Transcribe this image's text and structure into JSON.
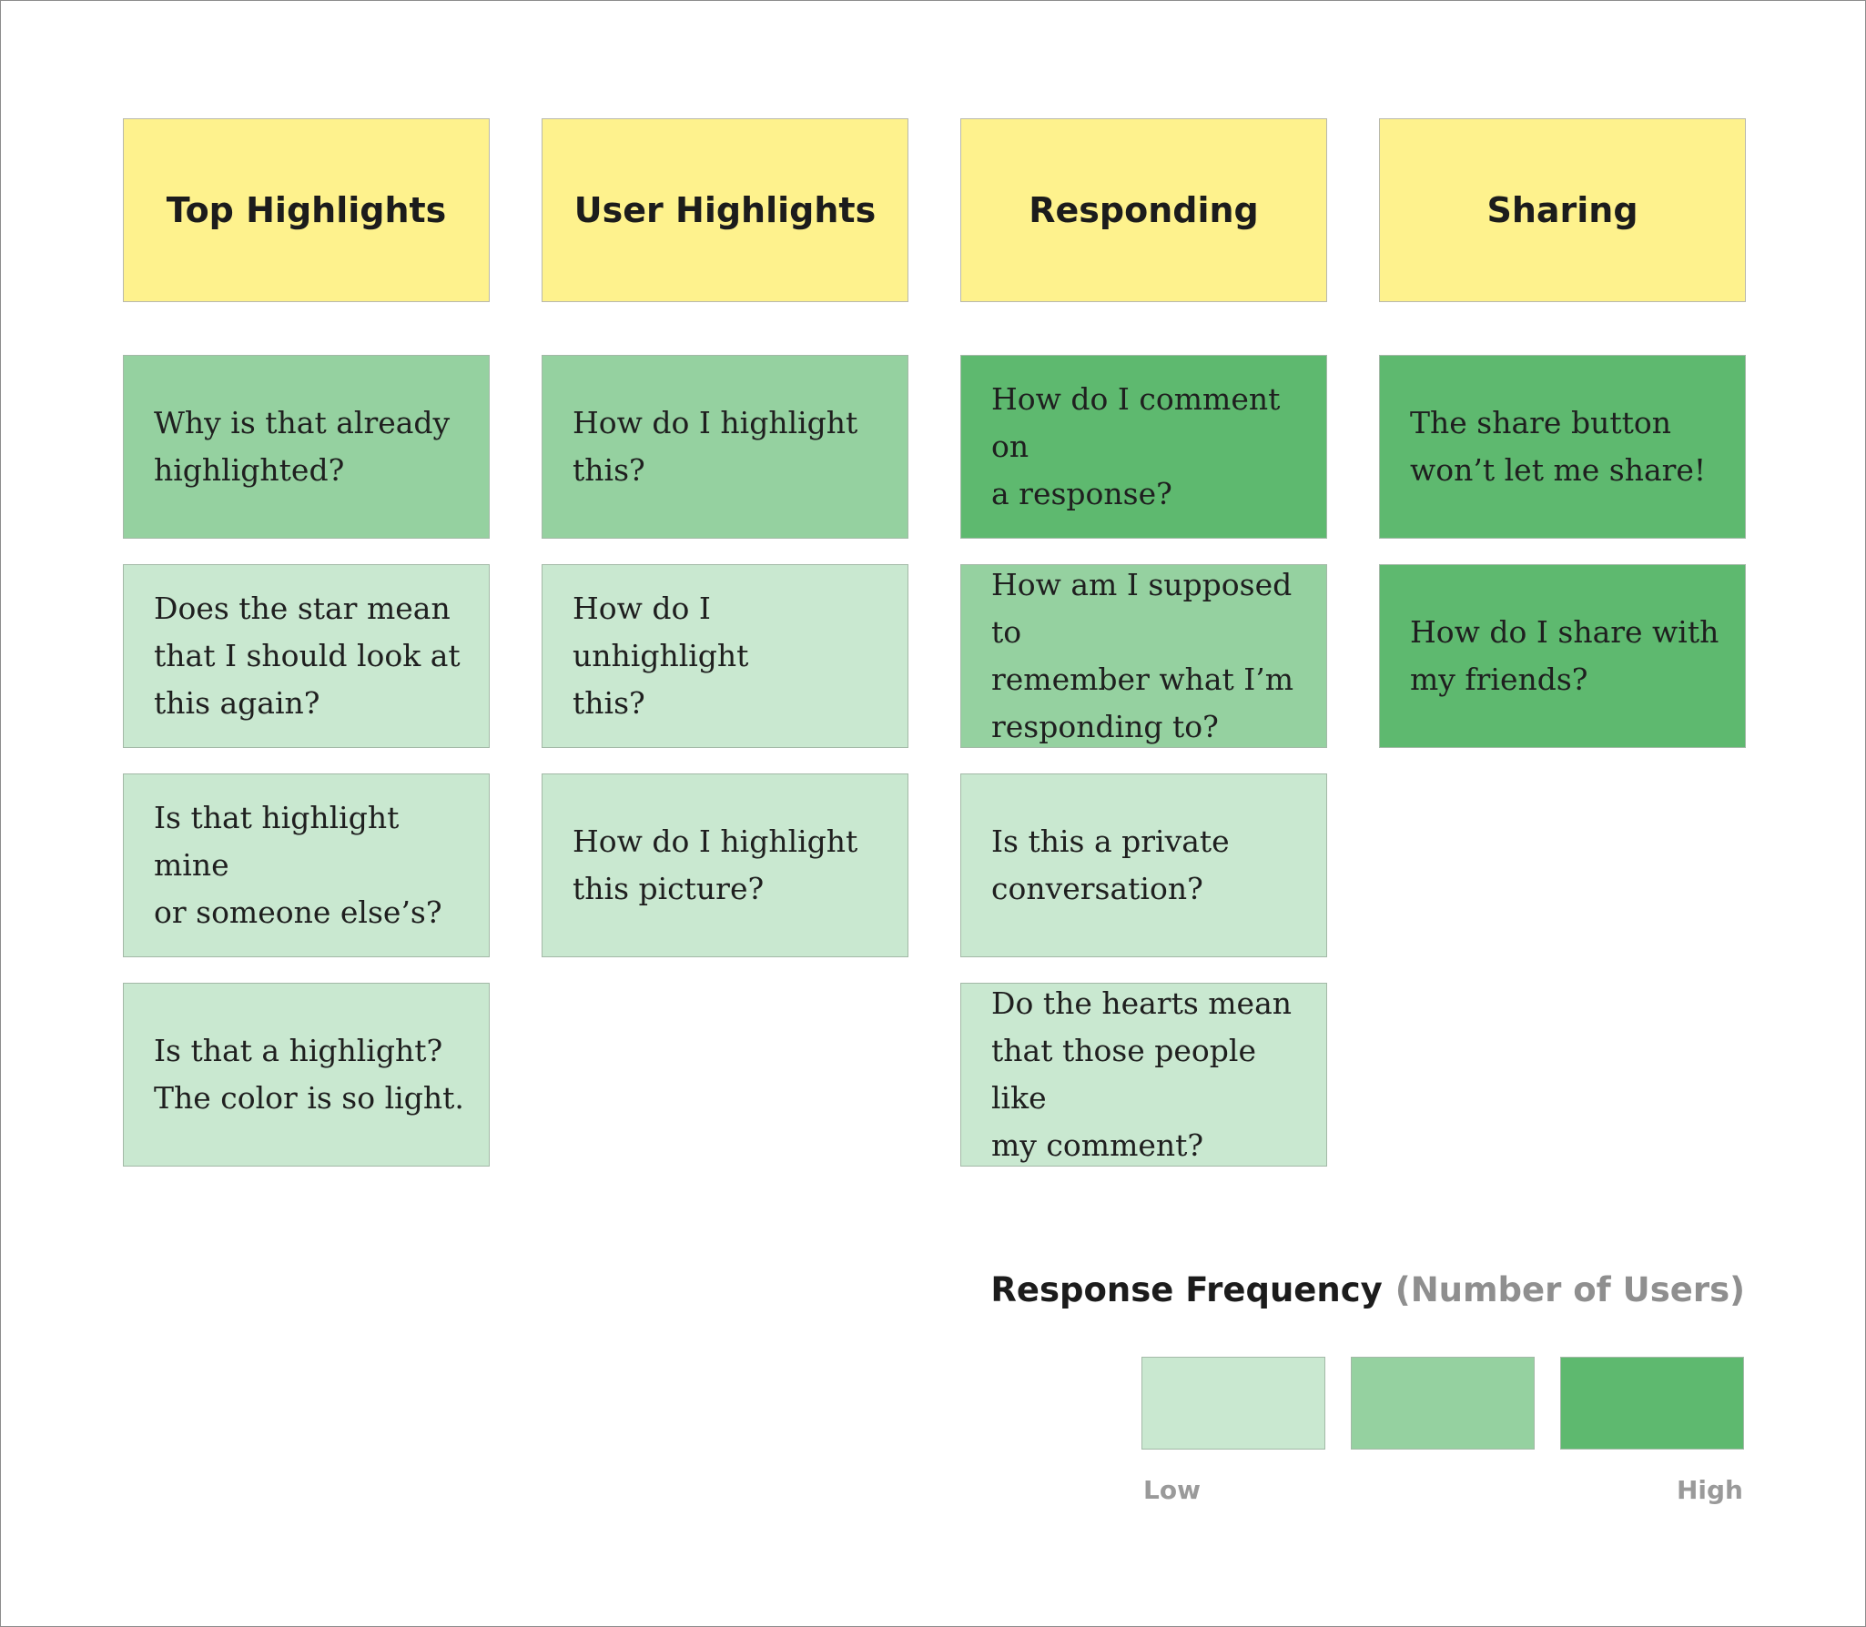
{
  "columns": [
    {
      "header": "Top Highlights",
      "cards": [
        {
          "lines": [
            "Why is that already",
            "highlighted?"
          ],
          "frequency": "medium"
        },
        {
          "lines": [
            "Does the star mean",
            "that I should look at",
            "this again?"
          ],
          "frequency": "low"
        },
        {
          "lines": [
            "Is that highlight mine",
            "or someone else’s?"
          ],
          "frequency": "low"
        },
        {
          "lines": [
            "Is that a highlight?",
            "The color is so light."
          ],
          "frequency": "low"
        }
      ]
    },
    {
      "header": "User Highlights",
      "cards": [
        {
          "lines": [
            "How do I highlight",
            "this?"
          ],
          "frequency": "medium"
        },
        {
          "lines": [
            "How do I unhighlight",
            "this?"
          ],
          "frequency": "low"
        },
        {
          "lines": [
            "How do I highlight",
            "this picture?"
          ],
          "frequency": "low"
        }
      ]
    },
    {
      "header": "Responding",
      "cards": [
        {
          "lines": [
            "How do I comment on",
            "a response?"
          ],
          "frequency": "high"
        },
        {
          "lines": [
            "How am I supposed to",
            "remember what I’m",
            "responding to?"
          ],
          "frequency": "medium"
        },
        {
          "lines": [
            "Is this a private",
            "conversation?"
          ],
          "frequency": "low"
        },
        {
          "lines": [
            "Do the hearts mean",
            "that those people like",
            "my comment?"
          ],
          "frequency": "low"
        }
      ]
    },
    {
      "header": "Sharing",
      "cards": [
        {
          "lines": [
            "The share button",
            "won’t let me share!"
          ],
          "frequency": "high"
        },
        {
          "lines": [
            "How do I share with",
            "my friends?"
          ],
          "frequency": "high"
        }
      ]
    }
  ],
  "legend": {
    "title": "Response Frequency",
    "subtitle": "(Number of Users)",
    "low_label": "Low",
    "high_label": "High",
    "levels": [
      "low",
      "medium",
      "high"
    ]
  },
  "colors": {
    "header": "#fef28d",
    "low": "#c9e8d0",
    "medium": "#95d1a0",
    "high": "#5eb96f"
  }
}
